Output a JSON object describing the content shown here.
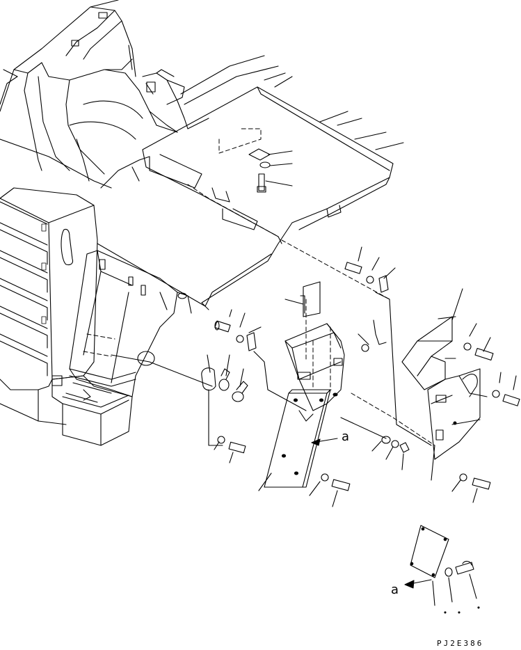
{
  "diagram": {
    "view_labels": [
      "a",
      "a"
    ],
    "drawing_code": "PJ2E386"
  }
}
